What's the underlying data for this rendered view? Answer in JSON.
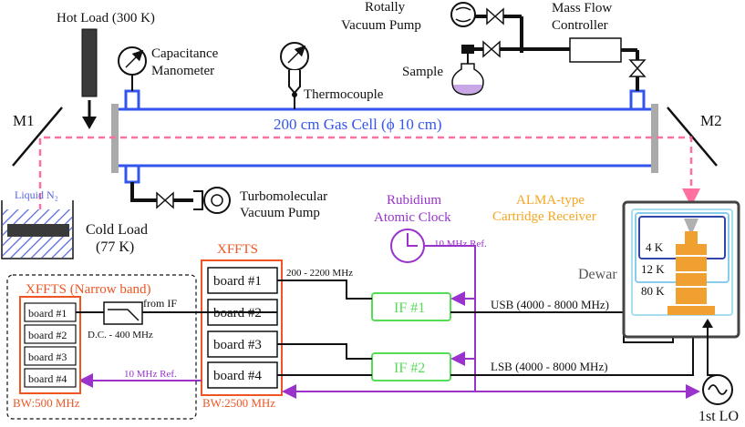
{
  "labels": {
    "hot_load": "Hot Load (300 K)",
    "capacitance_1": "Capacitance",
    "capacitance_2": "Manometer",
    "thermocouple": "Thermocouple",
    "rotary_pump_1": "Rotally",
    "rotary_pump_2": "Vacuum Pump",
    "mfc_1": "Mass Flow",
    "mfc_2": "Controller",
    "sample": "Sample",
    "m1": "M1",
    "m2": "M2",
    "gas_cell": "200 cm Gas Cell (ϕ 10 cm)",
    "liquid_n2": "Liquid N₂",
    "cold_load_1": "Cold Load",
    "cold_load_2": "(77 K)",
    "turbo_1": "Turbomolecular",
    "turbo_2": "Vacuum Pump",
    "rubidium_1": "Rubidium",
    "rubidium_2": "Atomic Clock",
    "ten_mhz_ref": "10 MHz Ref.",
    "alma_1": "ALMA-type",
    "alma_2": "Cartridge Receiver",
    "dewar": "Dewar",
    "stage_4k": "4 K",
    "stage_12k": "12 K",
    "stage_80k": "80 K",
    "xffts": "XFFTS",
    "board1": "board #1",
    "board2": "board #2",
    "board3": "board #3",
    "board4": "board #4",
    "range_200_2200": "200 - 2200 MHz",
    "if1": "IF #1",
    "if2": "IF #2",
    "usb": "USB (4000 - 8000 MHz)",
    "lsb": "LSB (4000 - 8000 MHz)",
    "bw2500": "BW:2500 MHz",
    "xffts_narrow": "XFFTS (Narrow band)",
    "from_if": "from IF",
    "dc400": "D.C. - 400 MHz",
    "ten_mhz_ref_2": "10 MHz Ref.",
    "bw500": "BW:500 MHz",
    "first_lo": "1st LO"
  },
  "colors": {
    "gas_cell": "#3355ee",
    "beam": "#ff6fa0",
    "clock": "#9933cc",
    "alma": "#f5a623",
    "xffts": "#ee5522",
    "if_box": "#55dd55",
    "receiver": "#f0a030",
    "stage_4k": "#3344aa",
    "stage_12k": "#88ccee",
    "stage_80k": "#a8ddf0",
    "liquid_n2": "#5566dd"
  }
}
